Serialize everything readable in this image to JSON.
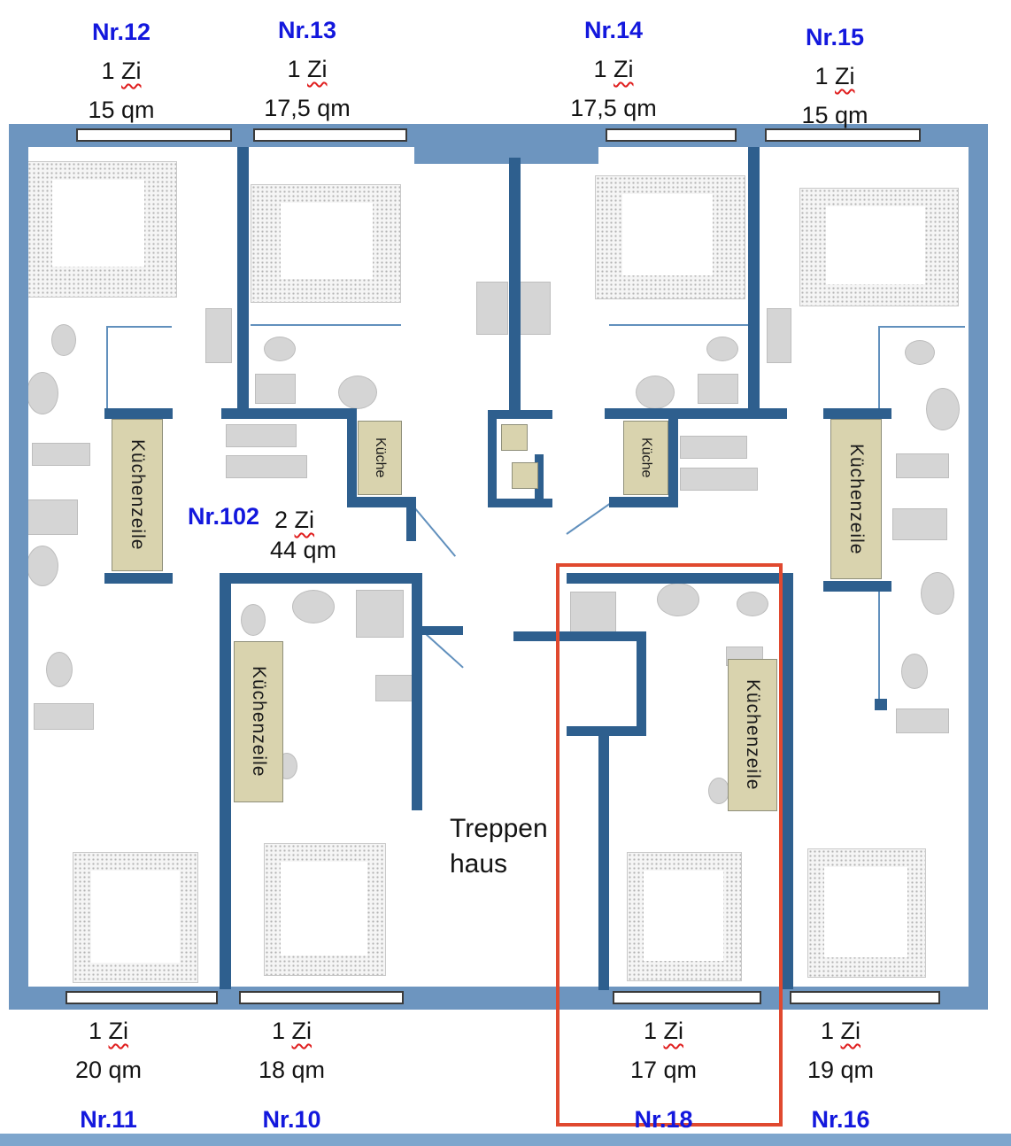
{
  "colors": {
    "outer_wall": "#6d95bf",
    "inner_wall": "#2e5f8e",
    "thin_line": "#6190bd",
    "label_blue": "#1318dd",
    "text_black": "#141414",
    "kitchen_beige": "#d9d3ae",
    "highlight_red": "#e0492f",
    "fixture_gray": "#d5d5d5",
    "squiggle_red": "#e01f1f"
  },
  "apartments": {
    "top": [
      {
        "number": "Nr.12",
        "rooms_count": "1",
        "rooms_word": "Zi",
        "area": "15 qm"
      },
      {
        "number": "Nr.13",
        "rooms_count": "1",
        "rooms_word": "Zi",
        "area": "17,5 qm"
      },
      {
        "number": "Nr.14",
        "rooms_count": "1",
        "rooms_word": "Zi",
        "area": "17,5 qm"
      },
      {
        "number": "Nr.15",
        "rooms_count": "1",
        "rooms_word": "Zi",
        "area": "15 qm"
      }
    ],
    "middle": {
      "number": "Nr.102",
      "rooms_count": "2",
      "rooms_word": "Zi",
      "area": "44 qm"
    },
    "bottom": [
      {
        "number": "Nr.11",
        "rooms_count": "1",
        "rooms_word": "Zi",
        "area": "20 qm"
      },
      {
        "number": "Nr.10",
        "rooms_count": "1",
        "rooms_word": "Zi",
        "area": "18 qm"
      },
      {
        "number": "Nr.18",
        "rooms_count": "1",
        "rooms_word": "Zi",
        "area": "17 qm",
        "highlighted": true
      },
      {
        "number": "Nr.16",
        "rooms_count": "1",
        "rooms_word": "Zi",
        "area": "19 qm"
      }
    ]
  },
  "labels": {
    "stairwell_line1": "Treppen",
    "stairwell_line2": "haus",
    "kitchen_strip": "Küchenzeile",
    "kitchen_room": "Küche"
  }
}
